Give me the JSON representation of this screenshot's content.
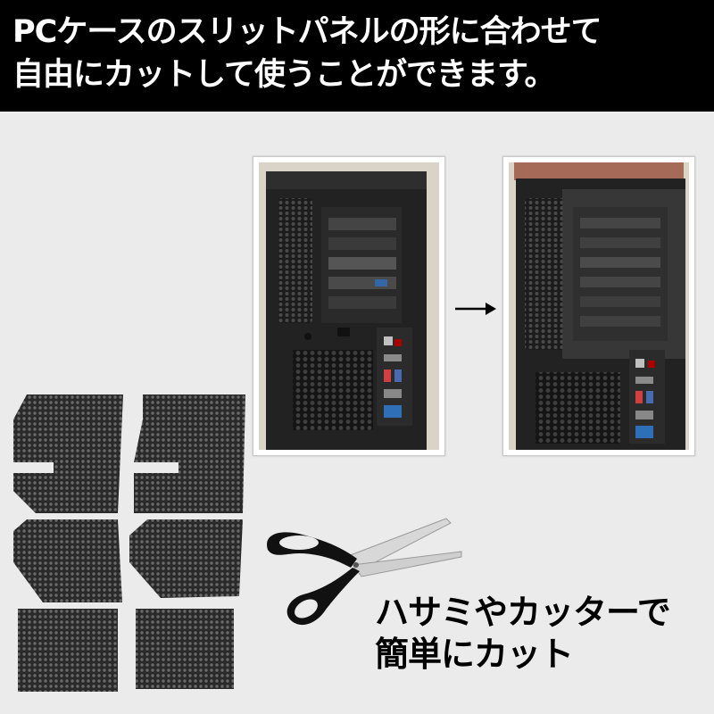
{
  "banner": {
    "line1": "PCケースのスリットパネルの形に合わせて",
    "line2": "自由にカットして使うことができます。"
  },
  "caption": {
    "line1": "ハサミやカッターで",
    "line2": "簡単にカット"
  },
  "photos": {
    "before_label": "",
    "after_label": ""
  }
}
